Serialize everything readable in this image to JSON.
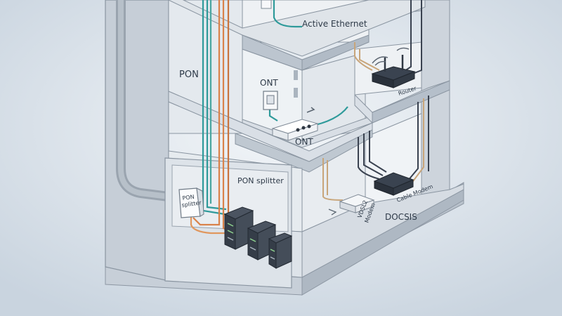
{
  "labels": {
    "active_ethernet": "Active Ethernet",
    "pon": "PON",
    "ont_wall": "ONT",
    "ont_device": "ONT",
    "router": "Router",
    "pon_splitter_area": "PON splitter",
    "pon_splitter_box_line1": "PON",
    "pon_splitter_box_line2": "splitter",
    "vdsl2_modem_line1": "VDSL2",
    "vdsl2_modem_line2": "Modem",
    "cable_modem": "Cable Modem",
    "docsis": "DOCSIS"
  },
  "colors": {
    "fiber_teal": "#2e9a9a",
    "copper_orange": "#d9824a",
    "copper_tan": "#c8a57a",
    "coax_dark": "#3a4250",
    "device_dark": "#2f3742",
    "device_white": "#f5f7f9"
  }
}
